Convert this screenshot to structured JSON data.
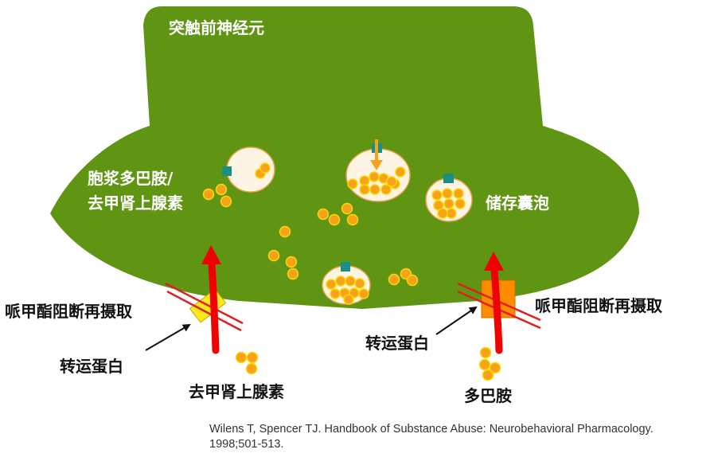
{
  "labels": {
    "presynaptic_neuron": "突触前神经元",
    "cytoplasmic_line1": "胞浆多巴胺/",
    "cytoplasmic_line2": "去甲肾上腺素",
    "storage_vesicle": "储存囊泡",
    "mph_block_left": "哌甲酯阻断再摄取",
    "mph_block_right": "哌甲酯阻断再摄取",
    "transporter_left": "转运蛋白",
    "transporter_right": "转运蛋白",
    "norepinephrine": "去甲肾上腺素",
    "dopamine": "多巴胺"
  },
  "citation": {
    "line1": "Wilens T, Spencer TJ.  Handbook of Substance Abuse: Neurobehavioral Pharmacology.",
    "line2": "1998;501-513."
  },
  "colors": {
    "neuron": "#5f9513",
    "molecule": "#f7a21b",
    "molecule_ring": "#ffd800",
    "vesicle_fill": "#fdf4e3",
    "receptor": "#1a8f86",
    "arrow_red": "#f00000",
    "transporter_left": "#ffe81a",
    "transporter_right": "#ff8c00",
    "block_line": "#e02020"
  }
}
